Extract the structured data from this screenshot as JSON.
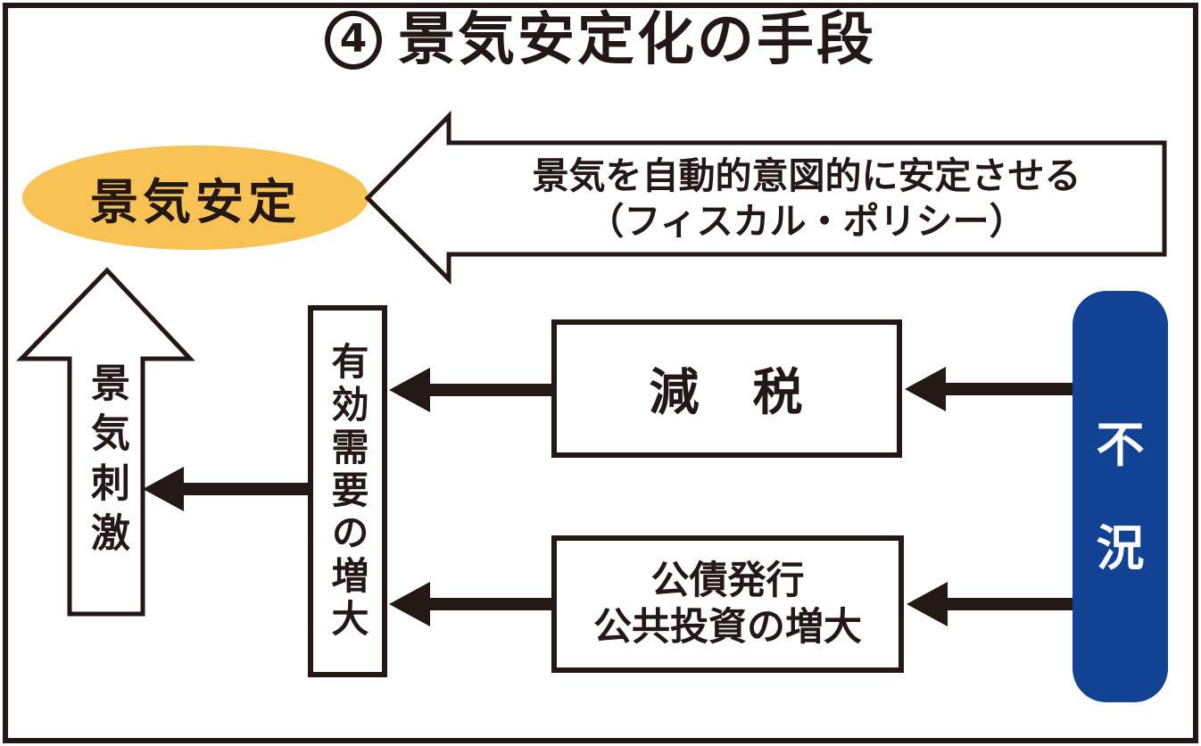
{
  "meta": {
    "background": "#ffffff",
    "ink_color": "#231815",
    "accent_blue": "#114293",
    "accent_orange": "#F8C255"
  },
  "title": {
    "number": "4",
    "text": "景気安定化の手段"
  },
  "nodes": {
    "stability": {
      "label": "景気安定",
      "shape": "ellipse",
      "fill": "#F8C255"
    },
    "policy_arrow": {
      "line1": "景気を自動的意図的に安定させる",
      "line2": "（フィスカル・ポリシー）",
      "shape": "left-arrow"
    },
    "stimulus": {
      "label": "景気刺激",
      "shape": "up-arrow"
    },
    "demand": {
      "label": "有効需要の増大",
      "shape": "vertical-box"
    },
    "tax_cut": {
      "label": "減　税",
      "shape": "box"
    },
    "bonds": {
      "line1": "公債発行",
      "line2": "公共投資の増大",
      "shape": "box"
    },
    "recession": {
      "label": "不況",
      "chars": [
        "不",
        "況"
      ],
      "shape": "rounded-box",
      "fill": "#114293",
      "text_color": "#ffffff"
    }
  },
  "edges": [
    {
      "from": "不況",
      "to": "減税"
    },
    {
      "from": "不況",
      "to": "公債発行・公共投資の増大"
    },
    {
      "from": "減税",
      "to": "有効需要の増大"
    },
    {
      "from": "公債発行・公共投資の増大",
      "to": "有効需要の増大"
    },
    {
      "from": "有効需要の増大",
      "to": "景気刺激"
    },
    {
      "from": "フィスカル・ポリシー",
      "to": "景気安定"
    }
  ]
}
